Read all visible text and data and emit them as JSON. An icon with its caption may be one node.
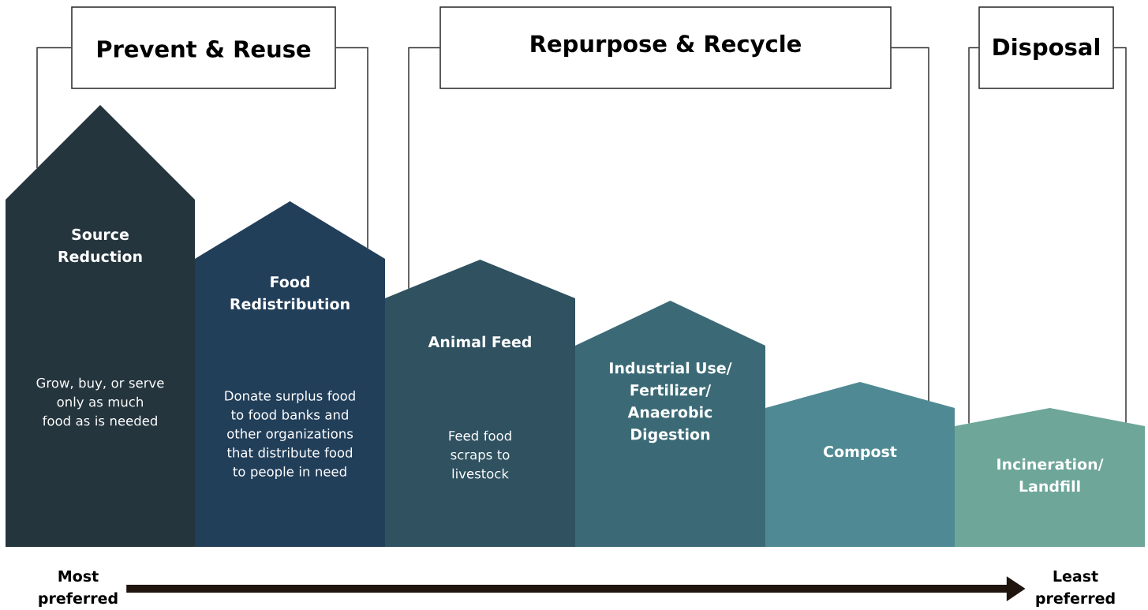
{
  "diagram": {
    "nodes": [
      {
        "text": [
          "Prevent & Reuse"
        ]
      },
      {
        "text": [
          "Repurpose & Recycle"
        ]
      },
      {
        "text": [
          "Disposal"
        ]
      },
      {
        "text": [
          "Source Reduction",
          "Grow, buy, or serve only as much food as is needed"
        ]
      },
      {
        "text": [
          "Food Redistribution",
          "Donate surplus food to food banks and other organizations that distribute food to people in need"
        ]
      },
      {
        "text": [
          "Animal Feed",
          "Feed food scraps to livestock"
        ]
      },
      {
        "text": [
          "Industrial Use/ Fertilizer/ Anaerobic Digestion"
        ]
      },
      {
        "text": [
          "Compost"
        ]
      },
      {
        "text": [
          "Incineration/ Landfill"
        ]
      },
      {
        "text": [
          "Most preferred"
        ]
      },
      {
        "text": [
          "Least preferred"
        ]
      }
    ],
    "edges": [
      {
        "from": 0,
        "to": 3,
        "arrow": "none"
      },
      {
        "from": 0,
        "to": 4,
        "arrow": "none"
      },
      {
        "from": 1,
        "to": 5,
        "arrow": "none"
      },
      {
        "from": 1,
        "to": 7,
        "arrow": "none"
      },
      {
        "from": 2,
        "to": 8,
        "arrow": "none"
      },
      {
        "from": 2,
        "to": 8,
        "arrow": "none"
      },
      {
        "from": 9,
        "to": 10,
        "arrow": "to",
        "style": "thick",
        "color": "#1f140e"
      }
    ]
  }
}
